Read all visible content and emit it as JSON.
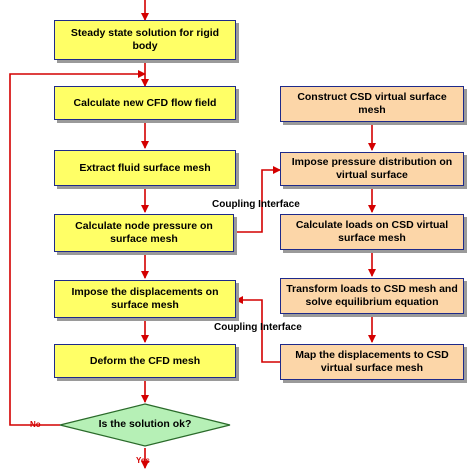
{
  "left_boxes": [
    {
      "id": "steady",
      "text": "Steady state solution for rigid body"
    },
    {
      "id": "cfd",
      "text": "Calculate new CFD flow field"
    },
    {
      "id": "extract",
      "text": "Extract fluid surface mesh"
    },
    {
      "id": "pressure",
      "text": "Calculate node pressure on surface mesh"
    },
    {
      "id": "impose_disp",
      "text": "Impose the displacements on surface mesh"
    },
    {
      "id": "deform",
      "text": "Deform the CFD mesh"
    }
  ],
  "right_boxes": [
    {
      "id": "construct",
      "text": "Construct CSD virtual surface mesh"
    },
    {
      "id": "impose_press",
      "text": "Impose pressure distribution on virtual surface"
    },
    {
      "id": "loads",
      "text": "Calculate loads on CSD virtual surface mesh"
    },
    {
      "id": "transform",
      "text": "Transform loads to CSD mesh and solve equilibrium equation"
    },
    {
      "id": "map",
      "text": "Map the displacements to CSD virtual surface mesh"
    }
  ],
  "decision": {
    "text": "Is the solution ok?"
  },
  "coupling_labels": [
    "Coupling Interface",
    "Coupling Interface"
  ],
  "branch_labels": {
    "no": "No",
    "yes": "Yes"
  },
  "colors": {
    "left_fill": "#ffff66",
    "right_fill": "#fcd6a8",
    "decision_fill": "#b6f0b6",
    "arrow": "#d40000",
    "border": "#1e2a8a"
  }
}
